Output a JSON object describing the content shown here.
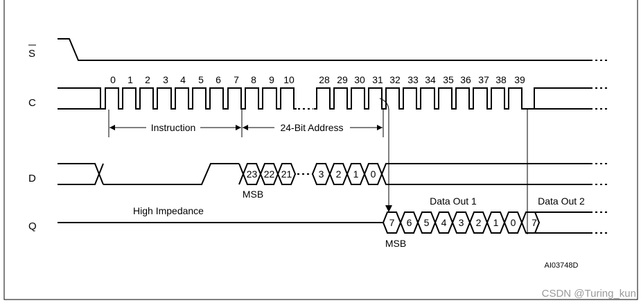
{
  "signals": {
    "s_bar": "S",
    "c": "C",
    "d": "D",
    "q": "Q"
  },
  "clock_labels_left": [
    "0",
    "1",
    "2",
    "3",
    "4",
    "5",
    "6",
    "7",
    "8",
    "9",
    "10"
  ],
  "clock_labels_right": [
    "28",
    "29",
    "30",
    "31",
    "32",
    "33",
    "34",
    "35",
    "36",
    "37",
    "38",
    "39"
  ],
  "phases": {
    "instruction": "Instruction",
    "address": "24-Bit Address"
  },
  "d_bits_left": [
    "23",
    "22",
    "21"
  ],
  "d_bits_right": [
    "3",
    "2",
    "1",
    "0"
  ],
  "d_msb": "MSB",
  "q_high_impedance": "High Impedance",
  "q_data_out_1": "Data Out 1",
  "q_data_out_2": "Data Out 2",
  "q_bits": [
    "7",
    "6",
    "5",
    "4",
    "3",
    "2",
    "1",
    "0"
  ],
  "q_next_bit": "7",
  "q_msb": "MSB",
  "figure_id": "AI03748D",
  "watermark": "CSDN @Turing_kun"
}
